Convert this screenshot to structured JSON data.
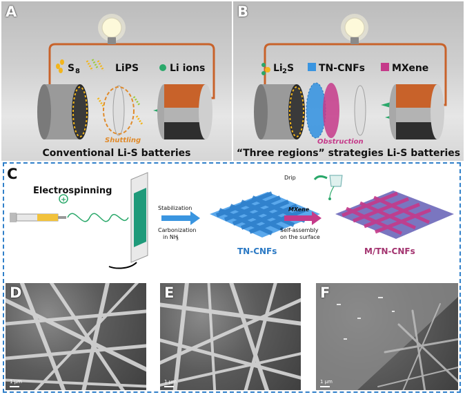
{
  "panel_a": {
    "letter": "A",
    "legend": [
      "S",
      "8",
      "LiPS",
      "Li ions"
    ],
    "annotation": "Shuttling",
    "caption": "Conventional Li-S batteries"
  },
  "panel_b": {
    "letter": "B",
    "legend": [
      "Li",
      "2",
      "S",
      "TN-CNFs",
      "MXene"
    ],
    "annotation": "Obstruction",
    "caption": "“Three regions” strategies Li-S batteries"
  },
  "panel_c": {
    "letter": "C",
    "electrospinning": "Electrospinning",
    "step1_line1": "Stabilization",
    "step1_line2": "Carbonization",
    "step1_line3": "in NH",
    "step1_sub": "3",
    "drip": "Drip",
    "mxene_label": "MXene",
    "step2_line1": "Self-assembly",
    "step2_line2": "on the surface",
    "label_tn": "TN-CNFs",
    "label_m": "M/TN-CNFs"
  },
  "sem": [
    {
      "letter": "D",
      "scale": "1 μm"
    },
    {
      "letter": "E",
      "scale": "1 μm"
    },
    {
      "letter": "F",
      "scale": "1 μm"
    }
  ],
  "colors": {
    "wire": "#c8622a",
    "s8": "#f2b51c",
    "tncnf": "#3a95e0",
    "mxene": "#c53a8a",
    "li_ion": "#2aa86a",
    "frame": "#2f7fc9",
    "caption_tn": "#2b79c4",
    "caption_m": "#a3336f"
  }
}
